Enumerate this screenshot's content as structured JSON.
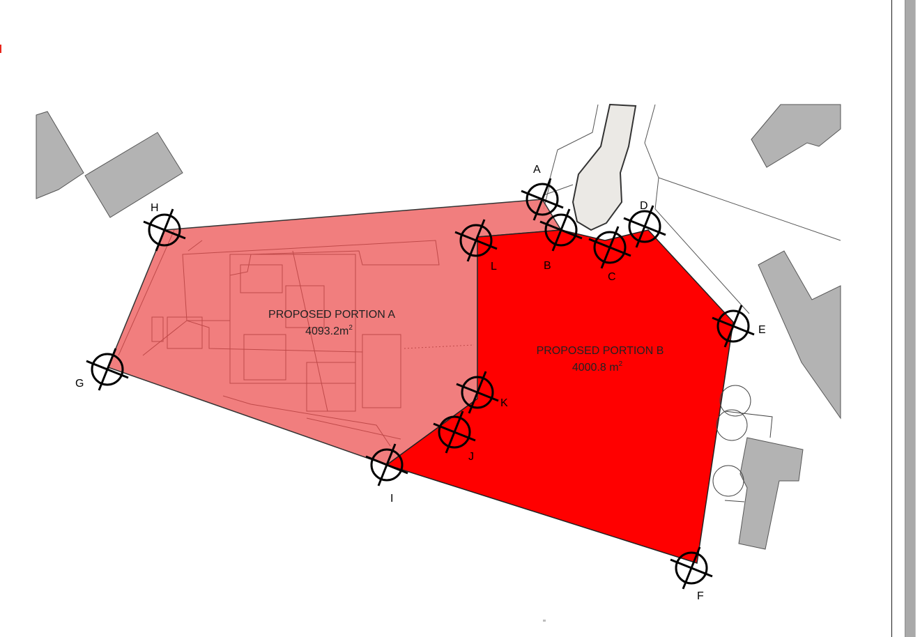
{
  "plan": {
    "portion_a": {
      "title": "PROPOSED PORTION A",
      "area": "4093.2m",
      "area_sup": "2"
    },
    "portion_b": {
      "title": "PROPOSED PORTION B",
      "area": "4000.8 m",
      "area_sup": "2"
    },
    "markers": {
      "A": "A",
      "B": "B",
      "C": "C",
      "D": "D",
      "E": "E",
      "F": "F",
      "G": "G",
      "H": "H",
      "I": "I",
      "J": "J",
      "K": "K",
      "L": "L"
    }
  },
  "colors": {
    "portion_a_fill": "#f07070",
    "portion_b_fill": "#ff0000",
    "neighbour_building": "#b3b3b3",
    "road": "#ebe9e5"
  }
}
